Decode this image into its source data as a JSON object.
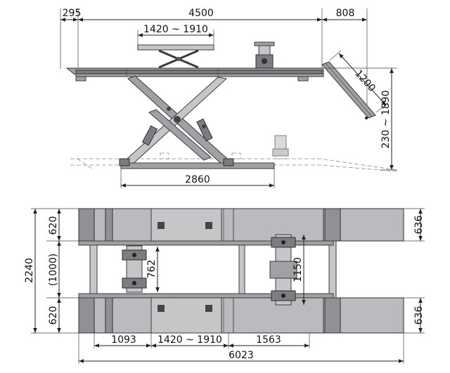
{
  "side_view": {
    "dims": {
      "front_overhang": "295",
      "platform_length": "4500",
      "rear_extension": "808",
      "secondary_lift_range": "1420 ~ 1910",
      "ramp_length": "1200",
      "height_range": "230 ~ 1890",
      "base_length": "2860"
    }
  },
  "top_view": {
    "dims": {
      "runway_width_left_top": "620",
      "runway_width_left_bottom": "620",
      "overall_width": "2240",
      "inner_gap": "(1000)",
      "jack_travel": "762",
      "runway_span": "1150",
      "ramp_width_top": "636",
      "ramp_width_bottom": "636",
      "front_section": "1093",
      "jack_range": "1420 ~ 1910",
      "rear_section": "1563",
      "overall_length": "6023"
    }
  }
}
